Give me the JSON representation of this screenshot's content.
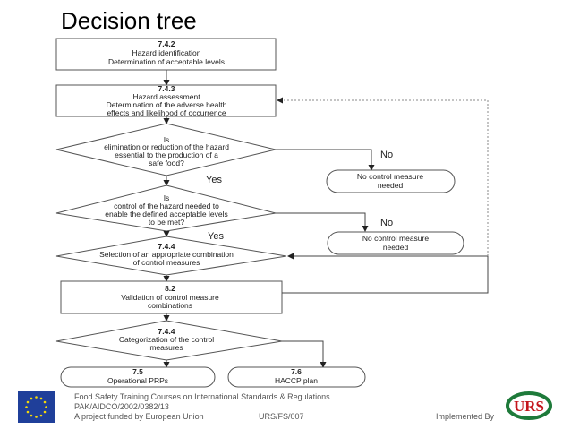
{
  "title": "Decision tree",
  "nodes": {
    "n742": {
      "code": "7.4.2",
      "lines": [
        "Hazard identification",
        "Determination of acceptable levels"
      ]
    },
    "n743": {
      "code": "7.4.3",
      "lines": [
        "Hazard assessment",
        "Determination of the adverse health",
        "effects and likelihood  of occurrence"
      ]
    },
    "q1": {
      "lines": [
        "Is",
        "elimination or reduction of the hazard",
        "essential to the production  of a",
        "safe food?"
      ]
    },
    "q2": {
      "lines": [
        "Is",
        "control of the hazard needed to",
        "enable the defined acceptable levels",
        "to be met?"
      ]
    },
    "n744a": {
      "code": "7.4.4",
      "lines": [
        "Selection of an appropriate combination",
        "of control measures"
      ]
    },
    "n82": {
      "code": "8.2",
      "lines": [
        "Validation of control measure",
        "combinations"
      ]
    },
    "n744b": {
      "code": "7.4.4",
      "lines": [
        "Categorization of the control",
        "measures"
      ]
    },
    "n75": {
      "code": "7.5",
      "lines": [
        "Operational PRPs"
      ]
    },
    "n76": {
      "code": "7.6",
      "lines": [
        "HACCP plan"
      ]
    },
    "no1": {
      "lines": [
        "No control measure",
        "needed"
      ]
    },
    "no2": {
      "lines": [
        "No control measure",
        "needed"
      ]
    }
  },
  "edge_labels": {
    "no1": "No",
    "yes1": "Yes",
    "no2": "No",
    "yes2": "Yes"
  },
  "footer": {
    "line1": "Food Safety Training Courses on International Standards & Regulations",
    "line2": "PAK/AIDCO/2002/0382/13",
    "line3": "A project funded by European Union",
    "code": "URS/FS/007",
    "implemented": "Implemented By",
    "logo_text": "URS"
  },
  "colors": {
    "eu_blue": "#1f3f9a",
    "eu_star": "#f5d90a",
    "urs_green": "#1e7a3a",
    "urs_red": "#c4161c"
  }
}
